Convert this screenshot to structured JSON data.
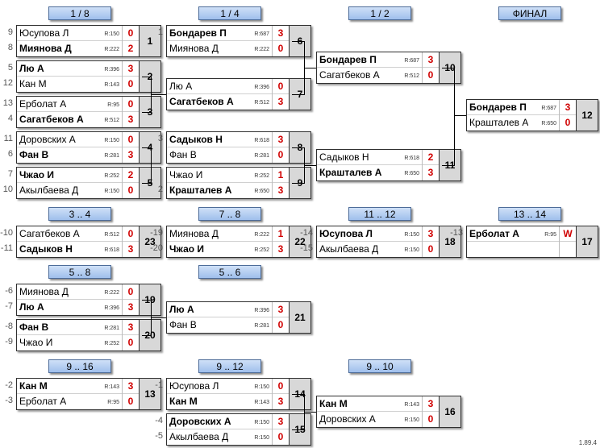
{
  "headers": {
    "r8": "1 / 8",
    "r4": "1 / 4",
    "r2": "1 / 2",
    "final": "ФИНАЛ",
    "p3_4": "3 .. 4",
    "p7_8": "7 .. 8",
    "p11_12": "11 .. 12",
    "p13_14": "13 .. 14",
    "p5_8": "5 .. 8",
    "p5_6": "5 .. 6",
    "p9_16": "9 .. 16",
    "p9_12": "9 .. 12",
    "p9_10": "9 .. 10"
  },
  "matches": {
    "m1": {
      "num": "1",
      "players": [
        {
          "seed": "9",
          "name": "Юсупова  Л",
          "rating": "R:150",
          "score": "0",
          "win": false
        },
        {
          "seed": "8",
          "name": "Миянова Д",
          "rating": "R:222",
          "score": "2",
          "win": true
        }
      ]
    },
    "m2": {
      "num": "2",
      "players": [
        {
          "seed": "5",
          "name": "Лю А",
          "rating": "R:396",
          "score": "3",
          "win": true
        },
        {
          "seed": "12",
          "name": "Кан М",
          "rating": "R:143",
          "score": "0",
          "win": false
        }
      ]
    },
    "m3": {
      "num": "3",
      "players": [
        {
          "seed": "13",
          "name": "Ерболат А",
          "rating": "R:95",
          "score": "0",
          "win": false
        },
        {
          "seed": "4",
          "name": "Сагатбеков А",
          "rating": "R:512",
          "score": "3",
          "win": true
        }
      ]
    },
    "m4": {
      "num": "4",
      "players": [
        {
          "seed": "11",
          "name": "Доровских  А",
          "rating": "R:150",
          "score": "0",
          "win": false
        },
        {
          "seed": "6",
          "name": "Фан В",
          "rating": "R:281",
          "score": "3",
          "win": true
        }
      ]
    },
    "m5": {
      "num": "5",
      "players": [
        {
          "seed": "7",
          "name": "Чжао И",
          "rating": "R:252",
          "score": "2",
          "win": true
        },
        {
          "seed": "10",
          "name": "Акылбаева Д",
          "rating": "R:150",
          "score": "0",
          "win": false
        }
      ]
    },
    "m6": {
      "num": "6",
      "players": [
        {
          "seed": "1",
          "name": "Бондарев П",
          "rating": "R:687",
          "score": "3",
          "win": true
        },
        {
          "seed": "",
          "name": "Миянова Д",
          "rating": "R:222",
          "score": "0",
          "win": false
        }
      ]
    },
    "m7": {
      "num": "7",
      "players": [
        {
          "seed": "",
          "name": "Лю А",
          "rating": "R:396",
          "score": "0",
          "win": false
        },
        {
          "seed": "",
          "name": "Сагатбеков А",
          "rating": "R:512",
          "score": "3",
          "win": true
        }
      ]
    },
    "m8": {
      "num": "8",
      "players": [
        {
          "seed": "3",
          "name": "Садыков Н",
          "rating": "R:618",
          "score": "3",
          "win": true
        },
        {
          "seed": "",
          "name": "Фан В",
          "rating": "R:281",
          "score": "0",
          "win": false
        }
      ]
    },
    "m9": {
      "num": "9",
      "players": [
        {
          "seed": "",
          "name": "Чжао И",
          "rating": "R:252",
          "score": "1",
          "win": false
        },
        {
          "seed": "2",
          "name": "Крашталев А",
          "rating": "R:650",
          "score": "3",
          "win": true
        }
      ]
    },
    "m10": {
      "num": "10",
      "players": [
        {
          "seed": "",
          "name": "Бондарев П",
          "rating": "R:687",
          "score": "3",
          "win": true
        },
        {
          "seed": "",
          "name": "Сагатбеков А",
          "rating": "R:512",
          "score": "0",
          "win": false
        }
      ]
    },
    "m11": {
      "num": "11",
      "players": [
        {
          "seed": "",
          "name": "Садыков Н",
          "rating": "R:618",
          "score": "2",
          "win": false
        },
        {
          "seed": "",
          "name": "Крашталев А",
          "rating": "R:650",
          "score": "3",
          "win": true
        }
      ]
    },
    "m12": {
      "num": "12",
      "players": [
        {
          "seed": "",
          "name": "Бондарев П",
          "rating": "R:687",
          "score": "3",
          "win": true
        },
        {
          "seed": "",
          "name": "Крашталев А",
          "rating": "R:650",
          "score": "0",
          "win": false
        }
      ]
    },
    "m23": {
      "num": "23",
      "players": [
        {
          "seed": "-10",
          "name": "Сагатбеков А",
          "rating": "R:512",
          "score": "0",
          "win": false
        },
        {
          "seed": "-11",
          "name": "Садыков Н",
          "rating": "R:618",
          "score": "3",
          "win": true
        }
      ]
    },
    "m22": {
      "num": "22",
      "players": [
        {
          "seed": "-19",
          "name": "Миянова Д",
          "rating": "R:222",
          "score": "1",
          "win": false
        },
        {
          "seed": "-20",
          "name": "Чжао И",
          "rating": "R:252",
          "score": "3",
          "win": true
        }
      ]
    },
    "m18": {
      "num": "18",
      "players": [
        {
          "seed": "-14",
          "name": "Юсупова  Л",
          "rating": "R:150",
          "score": "3",
          "win": true
        },
        {
          "seed": "-15",
          "name": "Акылбаева Д",
          "rating": "R:150",
          "score": "0",
          "win": false
        }
      ]
    },
    "m17": {
      "num": "17",
      "players": [
        {
          "seed": "-13",
          "name": "Ерболат А",
          "rating": "R:95",
          "score": "W",
          "win": true
        },
        {
          "seed": "",
          "name": "",
          "rating": "",
          "score": "",
          "win": false
        }
      ]
    },
    "m19": {
      "num": "19",
      "players": [
        {
          "seed": "-6",
          "name": "Миянова Д",
          "rating": "R:222",
          "score": "0",
          "win": false
        },
        {
          "seed": "-7",
          "name": "Лю А",
          "rating": "R:396",
          "score": "3",
          "win": true
        }
      ]
    },
    "m20": {
      "num": "20",
      "players": [
        {
          "seed": "-8",
          "name": "Фан В",
          "rating": "R:281",
          "score": "3",
          "win": true
        },
        {
          "seed": "-9",
          "name": "Чжао И",
          "rating": "R:252",
          "score": "0",
          "win": false
        }
      ]
    },
    "m21": {
      "num": "21",
      "players": [
        {
          "seed": "",
          "name": "Лю А",
          "rating": "R:396",
          "score": "3",
          "win": true
        },
        {
          "seed": "",
          "name": "Фан В",
          "rating": "R:281",
          "score": "0",
          "win": false
        }
      ]
    },
    "m13": {
      "num": "13",
      "players": [
        {
          "seed": "-2",
          "name": "Кан М",
          "rating": "R:143",
          "score": "3",
          "win": true
        },
        {
          "seed": "-3",
          "name": "Ерболат А",
          "rating": "R:95",
          "score": "0",
          "win": false
        }
      ]
    },
    "m14": {
      "num": "14",
      "players": [
        {
          "seed": "-1",
          "name": "Юсупова  Л",
          "rating": "R:150",
          "score": "0",
          "win": false
        },
        {
          "seed": "",
          "name": "Кан М",
          "rating": "R:143",
          "score": "3",
          "win": true
        }
      ]
    },
    "m15": {
      "num": "15",
      "players": [
        {
          "seed": "-4",
          "name": "Доровских  А",
          "rating": "R:150",
          "score": "3",
          "win": true
        },
        {
          "seed": "-5",
          "name": "Акылбаева Д",
          "rating": "R:150",
          "score": "0",
          "win": false
        }
      ]
    },
    "m16": {
      "num": "16",
      "players": [
        {
          "seed": "",
          "name": "Кан М",
          "rating": "R:143",
          "score": "3",
          "win": true
        },
        {
          "seed": "",
          "name": "Доровских  А",
          "rating": "R:150",
          "score": "0",
          "win": false
        }
      ]
    }
  },
  "version": "1.89.4"
}
